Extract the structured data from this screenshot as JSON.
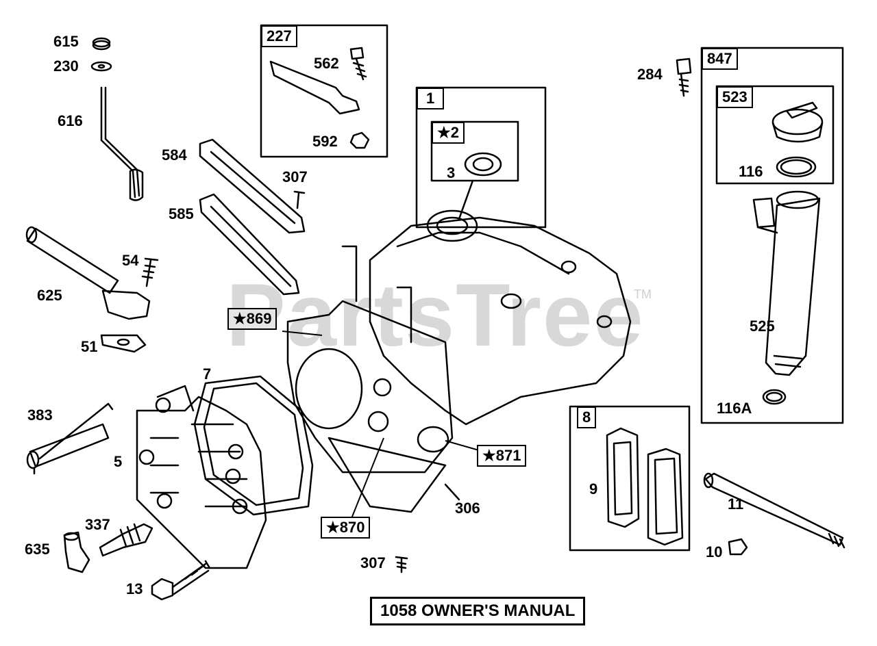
{
  "watermark": {
    "text": "PartsTree",
    "tm": "TM"
  },
  "footer": "1058 OWNER'S MANUAL",
  "labels": {
    "p615": "615",
    "p230": "230",
    "p616": "616",
    "p625": "625",
    "p54": "54",
    "p51": "51",
    "p584": "584",
    "p585": "585",
    "p307a": "307",
    "p562": "562",
    "p592": "592",
    "p3": "3",
    "p284": "284",
    "p116": "116",
    "p525": "525",
    "p116a": "116A",
    "p7": "7",
    "p383": "383",
    "p5": "5",
    "p337": "337",
    "p635": "635",
    "p13": "13",
    "p306": "306",
    "p307b": "307",
    "p9": "9",
    "p11": "11",
    "p10": "10"
  },
  "boxes": {
    "b227": "227",
    "b1": "1",
    "b2": "★2",
    "b847": "847",
    "b523": "523",
    "b8": "8",
    "b869": "★869",
    "b871": "★871",
    "b870": "★870"
  }
}
